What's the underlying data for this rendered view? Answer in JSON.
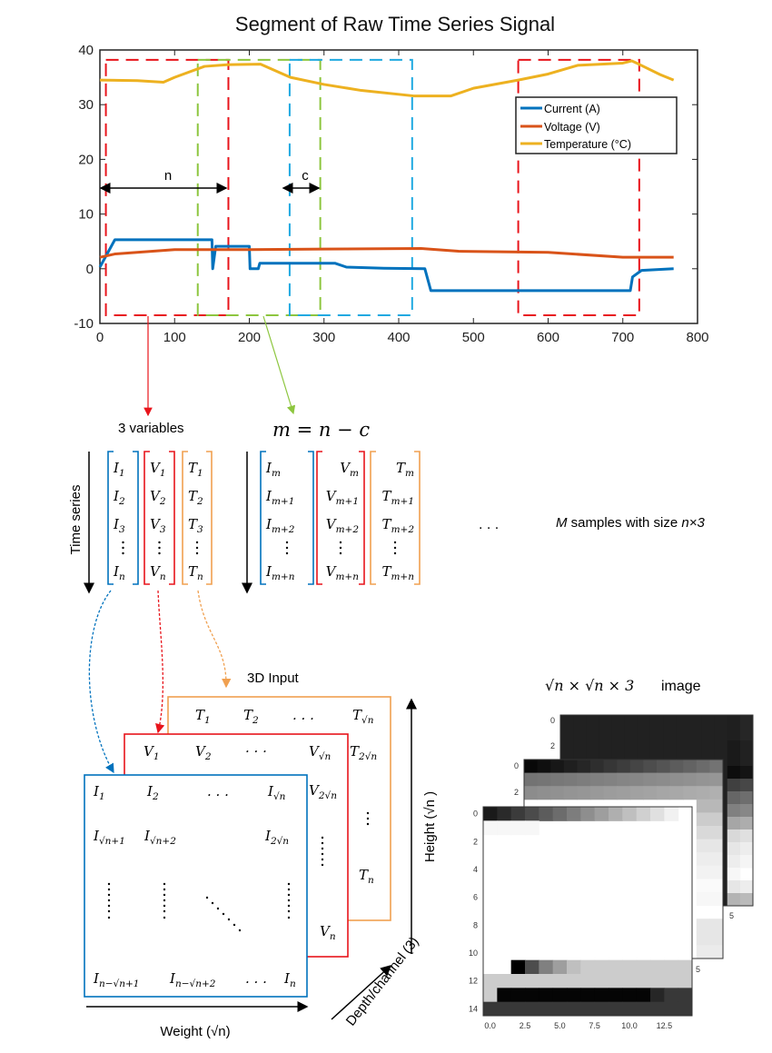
{
  "chart_data": {
    "type": "line",
    "title": "Segment of Raw Time Series Signal",
    "xlim": [
      0,
      800
    ],
    "ylim": [
      -10,
      40
    ],
    "xticks": [
      "0",
      "100",
      "200",
      "300",
      "400",
      "500",
      "600",
      "700",
      "800"
    ],
    "yticks": [
      "-10",
      "0",
      "10",
      "20",
      "30",
      "40"
    ],
    "legend_position": "top-right",
    "series": [
      {
        "name": "Current (A)",
        "color": "#0072BD",
        "x": [
          0,
          20,
          150,
          151,
          155,
          200,
          201,
          212,
          214,
          315,
          330,
          380,
          435,
          443,
          710,
          713,
          725,
          768
        ],
        "y": [
          0.3,
          5.3,
          5.3,
          0,
          4.1,
          4.1,
          0,
          0,
          1,
          1,
          0.3,
          0.1,
          0,
          -4,
          -4,
          -1.5,
          -0.3,
          0
        ]
      },
      {
        "name": "Voltage (V)",
        "color": "#D95319",
        "x": [
          0,
          20,
          100,
          200,
          300,
          430,
          480,
          600,
          700,
          768
        ],
        "y": [
          2.1,
          2.7,
          3.5,
          3.5,
          3.6,
          3.7,
          3.2,
          3.0,
          2.1,
          2.1
        ]
      },
      {
        "name": "Temperature (°C)",
        "color": "#EDB120",
        "x": [
          0,
          50,
          85,
          100,
          140,
          170,
          215,
          255,
          300,
          350,
          420,
          470,
          500,
          560,
          600,
          640,
          700,
          712,
          720,
          750,
          768
        ],
        "y": [
          34.5,
          34.4,
          34.1,
          35,
          37,
          37.3,
          37.4,
          35,
          33.7,
          32.6,
          31.6,
          31.6,
          33,
          34.5,
          35.6,
          37.2,
          37.6,
          38,
          37.5,
          35.5,
          34.5
        ]
      }
    ],
    "windows": [
      {
        "color": "#E8141B",
        "x": [
          8,
          172
        ],
        "y": [
          -8.5,
          38.2
        ]
      },
      {
        "color": "#8DC63F",
        "x": [
          131,
          295
        ],
        "y": [
          -8.5,
          38.2
        ]
      },
      {
        "color": "#1FA9E1",
        "x": [
          254,
          418
        ],
        "y": [
          -8.5,
          38.2
        ]
      },
      {
        "color": "#E8141B",
        "x": [
          560,
          722
        ],
        "y": [
          -8.5,
          38.2
        ]
      }
    ],
    "annotations": {
      "n": "n",
      "c": "c"
    }
  },
  "labels": {
    "three_vars": "3 variables",
    "m_eq": "m = n − c",
    "time_series": "Time series",
    "dots": ". . .",
    "samples_M": "M",
    "samples_text": " samples with size ",
    "samples_size": "n×3",
    "input_3d": "3D Input",
    "height": "Height (√n )",
    "depth": "Depth/channel (3)",
    "weight": "Weight (√n)",
    "image_title_math": "√n × √n × 3",
    "image_title_word": "image"
  },
  "matrix1": {
    "I": [
      "I",
      "1",
      "I",
      "2",
      "I",
      "3",
      "I",
      "n"
    ],
    "V": [
      "V",
      "1",
      "V",
      "2",
      "V",
      "3",
      "V",
      "n"
    ],
    "T": [
      "T",
      "1",
      "T",
      "2",
      "T",
      "3",
      "T",
      "n"
    ]
  },
  "matrix2": {
    "I": [
      "I",
      "m",
      "I",
      "m+1",
      "I",
      "m+2",
      "I",
      "m+n"
    ],
    "V": [
      "V",
      "m",
      "V",
      "m+1",
      "V",
      "m+2",
      "V",
      "m+n"
    ],
    "T": [
      "T",
      "m",
      "T",
      "m+1",
      "T",
      "m+2",
      "T",
      "m+n"
    ]
  },
  "grid": {
    "T_row": [
      "T",
      "1",
      "T",
      "2",
      ". . .",
      "T",
      "√n"
    ],
    "T_col": [
      "T",
      "2√n",
      "T",
      "n"
    ],
    "V_row": [
      "V",
      "1",
      "V",
      "2",
      "· · ·",
      "V",
      "√n"
    ],
    "V_col": [
      "V",
      "2√n",
      "V",
      "n"
    ],
    "I_row1": [
      "I",
      "1",
      "I",
      "2",
      ". . .",
      "I",
      "√n"
    ],
    "I_row2": [
      "I",
      "√n+1",
      "I",
      "√n+2",
      "I",
      "2√n"
    ],
    "I_row3": [
      "I",
      "n−√n+1",
      "I",
      "n−√n+2",
      ". . .",
      "I",
      "n"
    ]
  },
  "image_axes": {
    "front_y": [
      "0",
      "2",
      "4",
      "6",
      "8",
      "10",
      "12",
      "14"
    ],
    "front_x": [
      "0.0",
      "2.5",
      "5.0",
      "7.5",
      "10.0",
      "12.5"
    ],
    "back_y": [
      "0",
      "2"
    ],
    "partial_x": "5"
  }
}
